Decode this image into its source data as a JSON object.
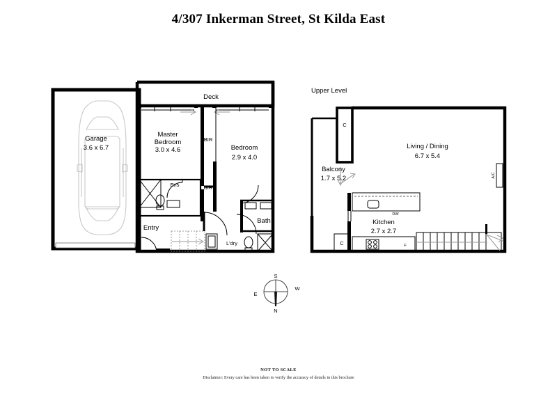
{
  "document": {
    "title": "4/307 Inkerman Street, St Kilda East",
    "type": "floor-plan"
  },
  "footer": {
    "scale_note": "NOT TO SCALE",
    "disclaimer": "Disclaimer: Every care has been taken to verify the accuracy of details in this brochure"
  },
  "levels": [
    {
      "id": "lower",
      "label": ""
    },
    {
      "id": "upper",
      "label": "Upper Level"
    }
  ],
  "compass": {
    "name": "compass-rose",
    "top": "S",
    "right": "W",
    "bottom": "N",
    "left": "E"
  },
  "lower_level": {
    "rooms": [
      {
        "name": "garage",
        "label": "Garage",
        "dimensions": "3.6 x 6.7"
      },
      {
        "name": "master-bedroom",
        "label": "Master\nBedroom",
        "label_line1": "Master",
        "label_line2": "Bedroom",
        "dimensions": "3.0 x 4.6"
      },
      {
        "name": "bedroom",
        "label": "Bedroom",
        "dimensions": "2.9 x 4.0"
      },
      {
        "name": "deck",
        "label": "Deck",
        "dimensions": ""
      },
      {
        "name": "entry",
        "label": "Entry",
        "dimensions": ""
      },
      {
        "name": "bath",
        "label": "Bath",
        "dimensions": ""
      },
      {
        "name": "ensuite",
        "label": "Ens",
        "dimensions": ""
      },
      {
        "name": "laundry",
        "label": "L'dry",
        "dimensions": ""
      }
    ],
    "fixtures": [
      {
        "name": "built-in-robe-upper",
        "label": "BIR"
      },
      {
        "name": "built-in-robe-lower",
        "label": "BIR"
      }
    ]
  },
  "upper_level": {
    "label": "Upper Level",
    "rooms": [
      {
        "name": "living-dining",
        "label": "Living / Dining",
        "dimensions": "6.7 x 5.4"
      },
      {
        "name": "balcony",
        "label": "Balcony",
        "dimensions": "1.7 x 5.2"
      },
      {
        "name": "kitchen",
        "label": "Kitchen",
        "dimensions": "2.7 x 2.7"
      }
    ],
    "fixtures": [
      {
        "name": "cupboard-balcony",
        "label": "C"
      },
      {
        "name": "cupboard-kitchen",
        "label": "C"
      },
      {
        "name": "dishwasher",
        "label": "DW"
      },
      {
        "name": "fridge",
        "label": "F"
      },
      {
        "name": "air-conditioner",
        "label": "A/C"
      }
    ]
  },
  "colors": {
    "wall": "#000000",
    "thin_line": "#000000",
    "fixture_gray": "#9a9a9a",
    "car_outline": "#c8c8c8",
    "background": "#ffffff",
    "text": "#000000"
  }
}
